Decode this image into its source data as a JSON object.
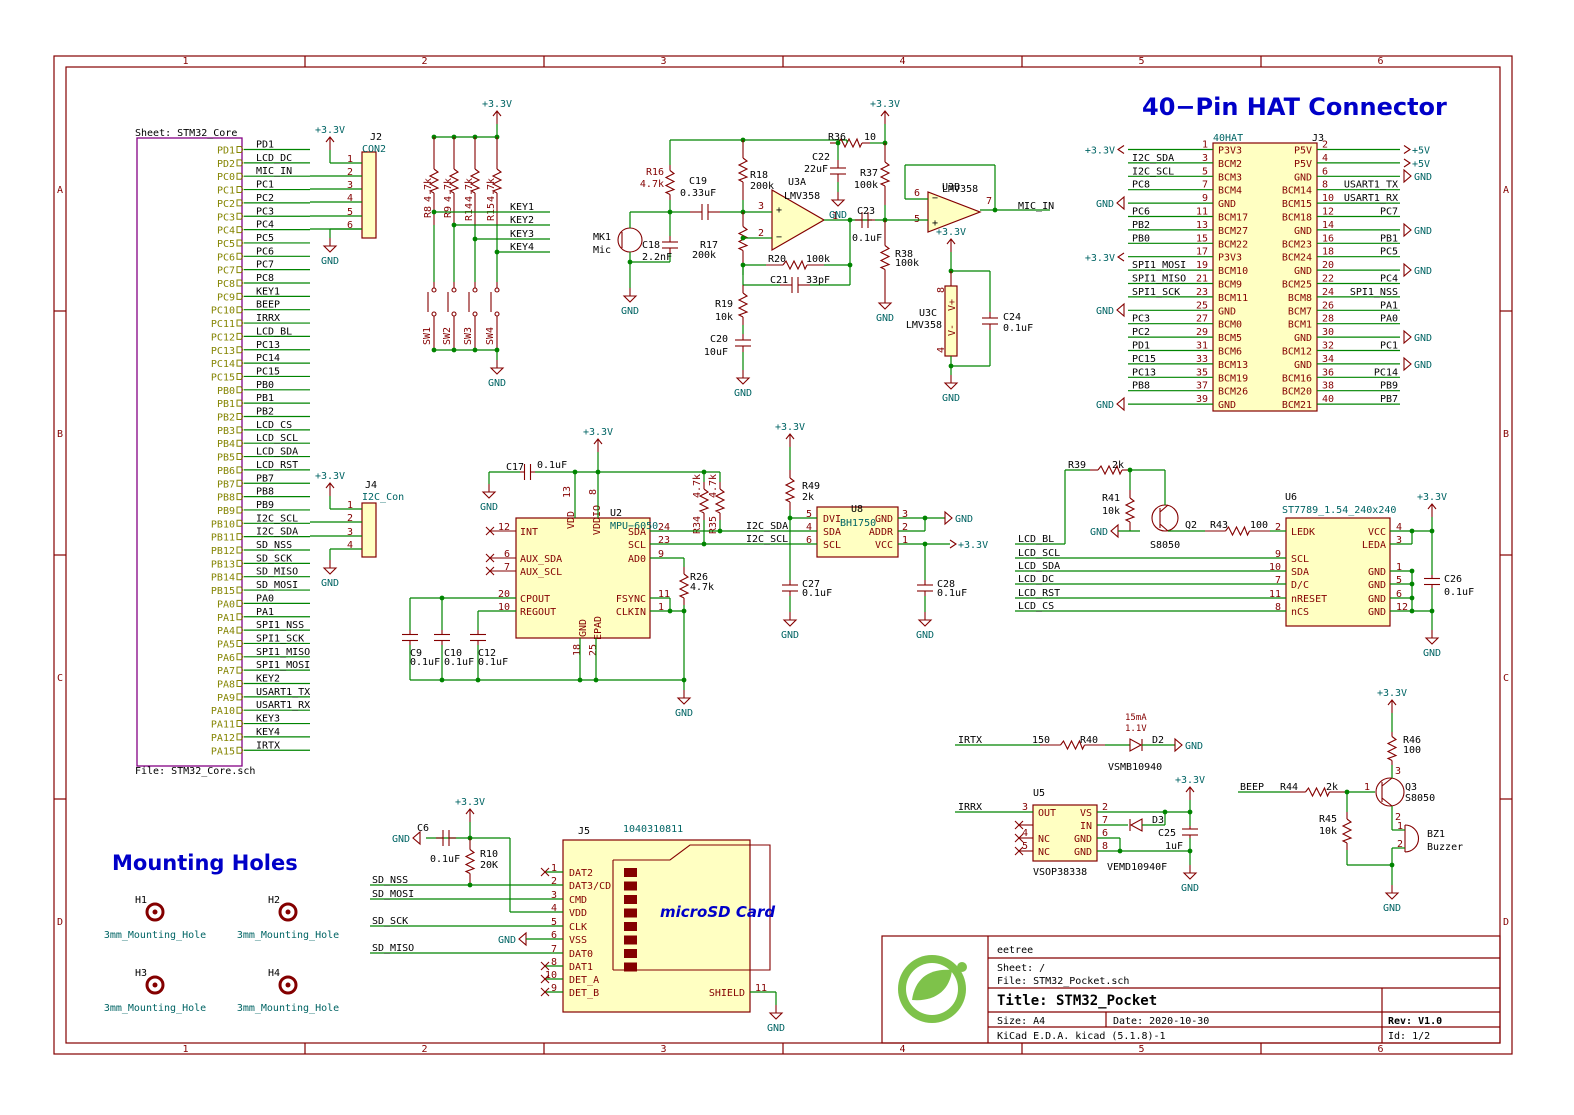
{
  "headings": {
    "hat": "40−Pin HAT Connector",
    "mount": "Mounting Holes",
    "sd": "microSD Card"
  },
  "border_cols": [
    "1",
    "2",
    "3",
    "4",
    "5",
    "6"
  ],
  "border_rows": [
    "A",
    "B",
    "C",
    "D"
  ],
  "sheet": {
    "name": "Sheet: STM32_Core",
    "file": "File: STM32_Core.sch",
    "pins": [
      "PD1",
      "PD2",
      "PC0",
      "PC1",
      "PC2",
      "PC3",
      "PC4",
      "PC5",
      "PC6",
      "PC7",
      "PC8",
      "PC9",
      "PC10",
      "PC11",
      "PC12",
      "PC13",
      "PC14",
      "PC15",
      "PB0",
      "PB1",
      "PB2",
      "PB3",
      "PB4",
      "PB5",
      "PB6",
      "PB7",
      "PB8",
      "PB9",
      "PB10",
      "PB11",
      "PB12",
      "PB13",
      "PB14",
      "PB15",
      "PA0",
      "PA1",
      "PA4",
      "PA5",
      "PA6",
      "PA7",
      "PA8",
      "PA9",
      "PA10",
      "PA11",
      "PA12",
      "PA15"
    ],
    "nets": [
      "PD1",
      "LCD_DC",
      "MIC_IN",
      "PC1",
      "PC2",
      "PC3",
      "PC4",
      "PC5",
      "PC6",
      "PC7",
      "PC8",
      "KEY1",
      "BEEP",
      "IRRX",
      "LCD_BL",
      "PC13",
      "PC14",
      "PC15",
      "PB0",
      "PB1",
      "PB2",
      "LCD_CS",
      "LCD_SCL",
      "LCD_SDA",
      "LCD_RST",
      "PB7",
      "PB8",
      "PB9",
      "I2C_SCL",
      "I2C_SDA",
      "SD_NSS",
      "SD_SCK",
      "SD_MISO",
      "SD_MOSI",
      "PA0",
      "PA1",
      "SPI1_NSS",
      "SPI1_SCK",
      "SPI1_MISO",
      "SPI1_MOSI",
      "KEY2",
      "USART1_TX",
      "USART1_RX",
      "KEY3",
      "KEY4",
      "IRTX"
    ]
  },
  "j2": {
    "ref": "J2",
    "val": "CON2",
    "nets": [
      "LCD_DC",
      "MIC_IN",
      "PC1",
      "PC2",
      "PC3",
      "PC4"
    ],
    "pins": [
      "1",
      "2",
      "3",
      "4",
      "5",
      "6"
    ]
  },
  "j4": {
    "ref": "J4",
    "val": "I2C_Con",
    "pins": [
      "1",
      "2",
      "3",
      "4"
    ]
  },
  "power": {
    "p33": "+3.3V",
    "gnd": "GND",
    "p5": "+5V"
  },
  "keys": {
    "res": [
      {
        "ref": "R8",
        "val": "4.7k"
      },
      {
        "ref": "R9",
        "val": "4.7k"
      },
      {
        "ref": "R14",
        "val": "4.7k"
      },
      {
        "ref": "R15",
        "val": "4.7k"
      }
    ],
    "sw": [
      "SW1",
      "SW2",
      "SW3",
      "SW4"
    ],
    "nets": [
      "KEY1",
      "KEY2",
      "KEY3",
      "KEY4"
    ]
  },
  "mic": {
    "mk1": "MK1",
    "mic": "Mic",
    "r16": "R16",
    "r16v": "4.7k",
    "c19": "C19",
    "c19v": "0.33uF",
    "r18": "R18",
    "r18v": "200k",
    "c18": "C18",
    "c18v": "2.2nF",
    "r17": "R17",
    "r17v": "200k",
    "r19": "R19",
    "r19v": "10k",
    "c20": "C20",
    "c20v": "10uF",
    "u3a": "U3A",
    "lmv": "LMV358",
    "r20": "R20",
    "r20v": "100k",
    "c21": "C21",
    "c21v": "33pF",
    "r36": "R36",
    "r36v": "10",
    "c22": "C22",
    "c22v": "22uF",
    "r37": "R37",
    "r37v": "100k",
    "c23": "C23",
    "c23v": "0.1uF",
    "r38": "R38",
    "r38v": "100k",
    "u3b": "U3B",
    "u3c": "U3C",
    "c24": "C24",
    "c24v": "0.1uF",
    "v+": "V+",
    "v-": "V-",
    "pins": [
      "1",
      "2",
      "3",
      "4",
      "5",
      "6",
      "7",
      "8"
    ]
  },
  "hat": {
    "ref": "J3",
    "val": "40HAT",
    "left_pins": [
      "1",
      "3",
      "5",
      "7",
      "9",
      "11",
      "13",
      "15",
      "17",
      "19",
      "21",
      "23",
      "25",
      "27",
      "29",
      "31",
      "33",
      "35",
      "37",
      "39"
    ],
    "left_names": [
      "P3V3",
      "BCM2",
      "BCM3",
      "BCM4",
      "GND",
      "BCM17",
      "BCM27",
      "BCM22",
      "P3V3",
      "BCM10",
      "BCM9",
      "BCM11",
      "GND",
      "BCM0",
      "BCM5",
      "BCM6",
      "BCM13",
      "BCM19",
      "BCM26",
      "GND"
    ],
    "left_nets": [
      "",
      "I2C_SDA",
      "I2C_SCL",
      "PC8",
      "",
      "PC6",
      "PB2",
      "PB0",
      "",
      "SPI1_MOSI",
      "SPI1_MISO",
      "SPI1_SCK",
      "",
      "PC3",
      "PC2",
      "PD1",
      "PC15",
      "PC13",
      "PB8",
      ""
    ],
    "right_pins": [
      "2",
      "4",
      "6",
      "8",
      "10",
      "12",
      "14",
      "16",
      "18",
      "20",
      "22",
      "24",
      "26",
      "28",
      "30",
      "32",
      "34",
      "36",
      "38",
      "40"
    ],
    "right_names": [
      "P5V",
      "P5V",
      "GND",
      "BCM14",
      "BCM15",
      "BCM18",
      "GND",
      "BCM23",
      "BCM24",
      "GND",
      "BCM25",
      "BCM8",
      "BCM7",
      "BCM1",
      "GND",
      "BCM12",
      "GND",
      "BCM16",
      "BCM20",
      "BCM21"
    ],
    "right_nets": [
      "",
      "",
      "",
      "USART1_TX",
      "USART1_RX",
      "PC7",
      "",
      "PB1",
      "PC5",
      "",
      "PC4",
      "SPI1_NSS",
      "PA1",
      "PA0",
      "",
      "PC1",
      "",
      "PC14",
      "PB9",
      "PB7"
    ]
  },
  "mpu": {
    "ref": "U2",
    "val": "MPU−6050",
    "lpins": [
      "12",
      "6",
      "7",
      "20",
      "10"
    ],
    "lnames": [
      "INT",
      "AUX_SDA",
      "AUX_SCL",
      "CPOUT",
      "REGOUT"
    ],
    "rpins": [
      "24",
      "23",
      "9",
      "11",
      "1"
    ],
    "rnames": [
      "SDA",
      "SCL",
      "AD0",
      "FSYNC",
      "CLKIN"
    ],
    "tpins": [
      "13",
      "8"
    ],
    "tnames": [
      "VDD",
      "VDDIO"
    ],
    "bpins": [
      "18",
      "25"
    ],
    "bnames": [
      "GND",
      "EPAD"
    ],
    "c17": "C17",
    "c17v": "0.1uF",
    "r34": "R34",
    "r35": "R35",
    "r34v": "4.7k",
    "r35v": "4.7k",
    "r26": "R26",
    "r26v": "4.7k",
    "c9": "C9",
    "c10": "C10",
    "c12": "C12",
    "cv": "0.1uF",
    "i2c_sda": "I2C_SDA",
    "i2c_scl": "I2C_SCL"
  },
  "bh": {
    "ref": "U8",
    "val": "BH1750",
    "lpins": [
      "5",
      "4",
      "6"
    ],
    "lnames": [
      "DVI",
      "SDA",
      "SCL"
    ],
    "rpins": [
      "3",
      "2",
      "1"
    ],
    "rnames": [
      "GND",
      "ADDR",
      "VCC"
    ],
    "r49": "R49",
    "r49v": "2k",
    "c27": "C27",
    "c27v": "0.1uF",
    "c28": "C28",
    "c28v": "0.1uF"
  },
  "lcd": {
    "ref": "U6",
    "val": "ST7789_1.54_240x240",
    "lpins": [
      "2",
      "9",
      "10",
      "7",
      "11",
      "8"
    ],
    "lnames": [
      "LEDK",
      "SCL",
      "SDA",
      "D/C",
      "nRESET",
      "nCS"
    ],
    "rpins": [
      "4",
      "3",
      "1",
      "5",
      "6",
      "12"
    ],
    "rnames": [
      "VCC",
      "LEDA",
      "GND",
      "GND",
      "GND",
      "GND"
    ],
    "nets": [
      "LCD_BL",
      "LCD_SCL",
      "LCD_SDA",
      "LCD_DC",
      "LCD_RST",
      "LCD_CS"
    ],
    "r39": "R39",
    "r39v": "2k",
    "r41": "R41",
    "r41v": "10k",
    "q2": "Q2",
    "q2v": "S8050",
    "r43": "R43",
    "r43v": "100",
    "c26": "C26",
    "c26v": "0.1uF"
  },
  "ir": {
    "irtx": "IRTX",
    "r40": "R40",
    "r40v": "150",
    "d2": "D2",
    "d2v": "VSMB10940",
    "cur": "15mA",
    "volt": "1.1V",
    "irrx": "IRRX",
    "u5": "U5",
    "u5v": "VSOP38338",
    "lpins": [
      "3",
      "4",
      "5"
    ],
    "lnames": [
      "OUT",
      "NC",
      "NC"
    ],
    "rpins": [
      "2",
      "7",
      "6",
      "8"
    ],
    "rnames": [
      "VS",
      "IN",
      "GND",
      "GND"
    ],
    "d3": "D3",
    "d3v": "VEMD10940F",
    "c25": "C25",
    "c25v": "1uF"
  },
  "beep": {
    "net": "BEEP",
    "r44": "R44",
    "r44v": "2k",
    "r45": "R45",
    "r45v": "10k",
    "q3": "Q3",
    "q3v": "S8050",
    "r46": "R46",
    "r46v": "100",
    "bz": "BZ1",
    "bzv": "Buzzer"
  },
  "sd": {
    "ref": "J5",
    "val": "1040310811",
    "c6": "C6",
    "c6v": "0.1uF",
    "r10": "R10",
    "r10v": "20K",
    "pins": [
      "1",
      "2",
      "3",
      "4",
      "5",
      "6",
      "7",
      "8",
      "10",
      "9"
    ],
    "names": [
      "DAT2",
      "DAT3/CD",
      "CMD",
      "VDD",
      "CLK",
      "VSS",
      "DAT0",
      "DAT1",
      "DET_A",
      "DET_B"
    ],
    "shield": "SHIELD",
    "shieldpin": "11",
    "nets": [
      "SD_NSS",
      "SD_MOSI",
      "SD_SCK",
      "SD_MISO"
    ]
  },
  "holes": [
    {
      "ref": "H1",
      "val": "3mm_Mounting_Hole"
    },
    {
      "ref": "H2",
      "val": "3mm_Mounting_Hole"
    },
    {
      "ref": "H3",
      "val": "3mm_Mounting_Hole"
    },
    {
      "ref": "H4",
      "val": "3mm_Mounting_Hole"
    }
  ],
  "title_block": {
    "company": "eetree",
    "sheet": "Sheet: /",
    "file": "File: STM32_Pocket.sch",
    "title": "Title: STM32_Pocket",
    "size": "Size: A4",
    "date": "Date: 2020-10-30",
    "rev": "Rev: V1.0",
    "tool": "KiCad E.D.A.  kicad (5.1.8)-1",
    "id": "Id: 1/2"
  },
  "colors": {
    "wire": "#008400",
    "part": "#840000",
    "fill": "#ffffc2",
    "heading": "#0000c8",
    "sheet": "#840084"
  }
}
